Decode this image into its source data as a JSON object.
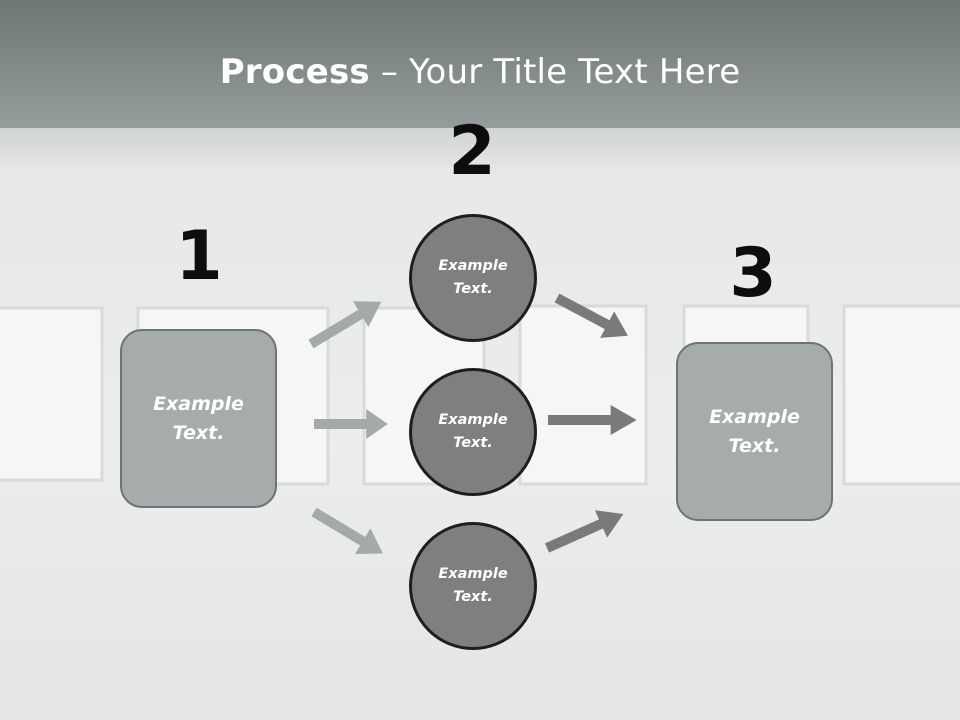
{
  "slide": {
    "title_strong": "Process",
    "title_rest": " – Your Title Text Here"
  },
  "steps": {
    "one": {
      "number": "1",
      "text": "Example\nText."
    },
    "two": {
      "number": "2",
      "items": [
        {
          "text": "Example\nText."
        },
        {
          "text": "Example\nText."
        },
        {
          "text": "Example\nText."
        }
      ]
    },
    "three": {
      "number": "3",
      "text": "Example\nText."
    }
  },
  "colors": {
    "header_band": "#7f8787",
    "box_fill": "#a6abab",
    "circle_fill": "#7f7f7f",
    "arrow_light": "#a4aaa9",
    "arrow_dark": "#7a7a7a"
  }
}
